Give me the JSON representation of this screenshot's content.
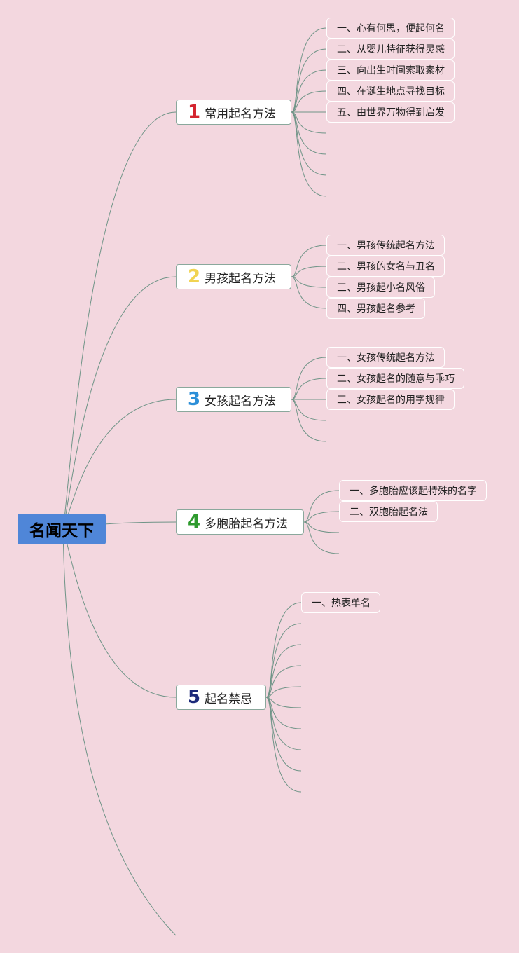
{
  "root": {
    "label": "名闻天下",
    "color": "#4f86d8"
  },
  "branches": [
    {
      "number": "1",
      "number_color": "#d4242f",
      "label": "常用起名方法",
      "children": [
        "一、心有何思，便起何名",
        "二、从婴儿特征获得灵感",
        "三、向出生时间索取素材",
        "四、在诞生地点寻找目标",
        "五、由世界万物得到启发"
      ]
    },
    {
      "number": "2",
      "number_color": "#f1d352",
      "label": "男孩起名方法",
      "children": [
        "一、男孩传统起名方法",
        "二、男孩的女名与丑名",
        "三、男孩起小名风俗",
        "四、男孩起名参考"
      ]
    },
    {
      "number": "3",
      "number_color": "#2c8fd8",
      "label": "女孩起名方法",
      "children": [
        "一、女孩传统起名方法",
        "二、女孩起名的随意与乖巧",
        "三、女孩起名的用字规律"
      ]
    },
    {
      "number": "4",
      "number_color": "#2e9a2e",
      "label": "多胞胎起名方法",
      "children": [
        "一、多胞胎应该起特殊的名字",
        "二、双胞胎起名法"
      ]
    },
    {
      "number": "5",
      "number_color": "#1d2a7a",
      "label": "起名禁忌",
      "children": [
        "一、热表单名"
      ]
    }
  ]
}
